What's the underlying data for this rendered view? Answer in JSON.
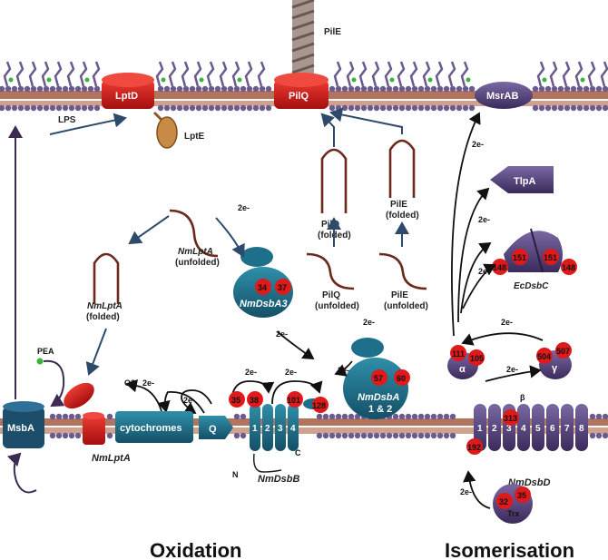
{
  "labels": {
    "pile": "PilE",
    "lptd": "LptD",
    "pilq": "PilQ",
    "msrab": "MsrAB",
    "lps": "LPS",
    "lpte": "LptE",
    "tlpa": "TlpA",
    "ecdsbc": "EcDsbC",
    "pilq_folded_1": "PilQ",
    "pilq_folded_2": "(folded)",
    "pile_folded_1": "PilE",
    "pile_folded_2": "(folded)",
    "nmlpta_unfolded_1": "NmLptA",
    "nmlpta_unfolded_2": "(unfolded)",
    "nmlpta_folded_1": "NmLptA",
    "nmlpta_folded_2": "(folded)",
    "pilq_unfolded_1": "PilQ",
    "pilq_unfolded_2": "(unfolded)",
    "pile_unfolded_1": "PilE",
    "pile_unfolded_2": "(unfolded)",
    "nmdsba3": "NmDsbA3",
    "nmdsba12_1": "NmDsbA",
    "nmdsba12_2": "1 & 2",
    "pea": "PEA",
    "o2": "O2",
    "msba": "MsbA",
    "nmlpta_membrane": "NmLptA",
    "cytochromes": "cytochromes",
    "q": "Q",
    "nmdsbb": "NmDsbB",
    "n_term": "N",
    "c_term": "C",
    "nmdsbd": "NmDsbD",
    "alpha": "α",
    "beta": "β",
    "gamma": "γ",
    "trx": "Trx",
    "electron": "2e-",
    "oxidation": "Oxidation",
    "isomerisation": "Isomerisation"
  },
  "residues": {
    "dsba3_a": "34",
    "dsba3_b": "37",
    "dsba12_a": "57",
    "dsba12_b": "60",
    "dsbb_a": "35",
    "dsbb_b": "38",
    "dsbb_c": "101",
    "dsbb_d": "128",
    "dsbc_a": "148",
    "dsbc_b": "151",
    "dsbc_c": "151",
    "dsbc_d": "148",
    "dsbd_a": "111",
    "dsbd_b": "105",
    "dsbd_c": "504",
    "dsbd_d": "507",
    "dsbd_e": "313",
    "dsbd_f": "192",
    "trx_a": "32",
    "trx_b": "35"
  },
  "helices": {
    "dsbb": [
      "1",
      "2",
      "3",
      "4"
    ],
    "dsbd": [
      "1",
      "2",
      "3",
      "4",
      "5",
      "6",
      "7",
      "8"
    ]
  },
  "colors": {
    "lipid_head": "#6a5a8e",
    "membrane_band": "#b2745f",
    "red_protein": "#d81b1b",
    "teal_protein": "#1e6f8a",
    "purple_protein": "#4b3a6e",
    "lpte_orange": "#c88a45",
    "residue_red": "#e0191b"
  }
}
